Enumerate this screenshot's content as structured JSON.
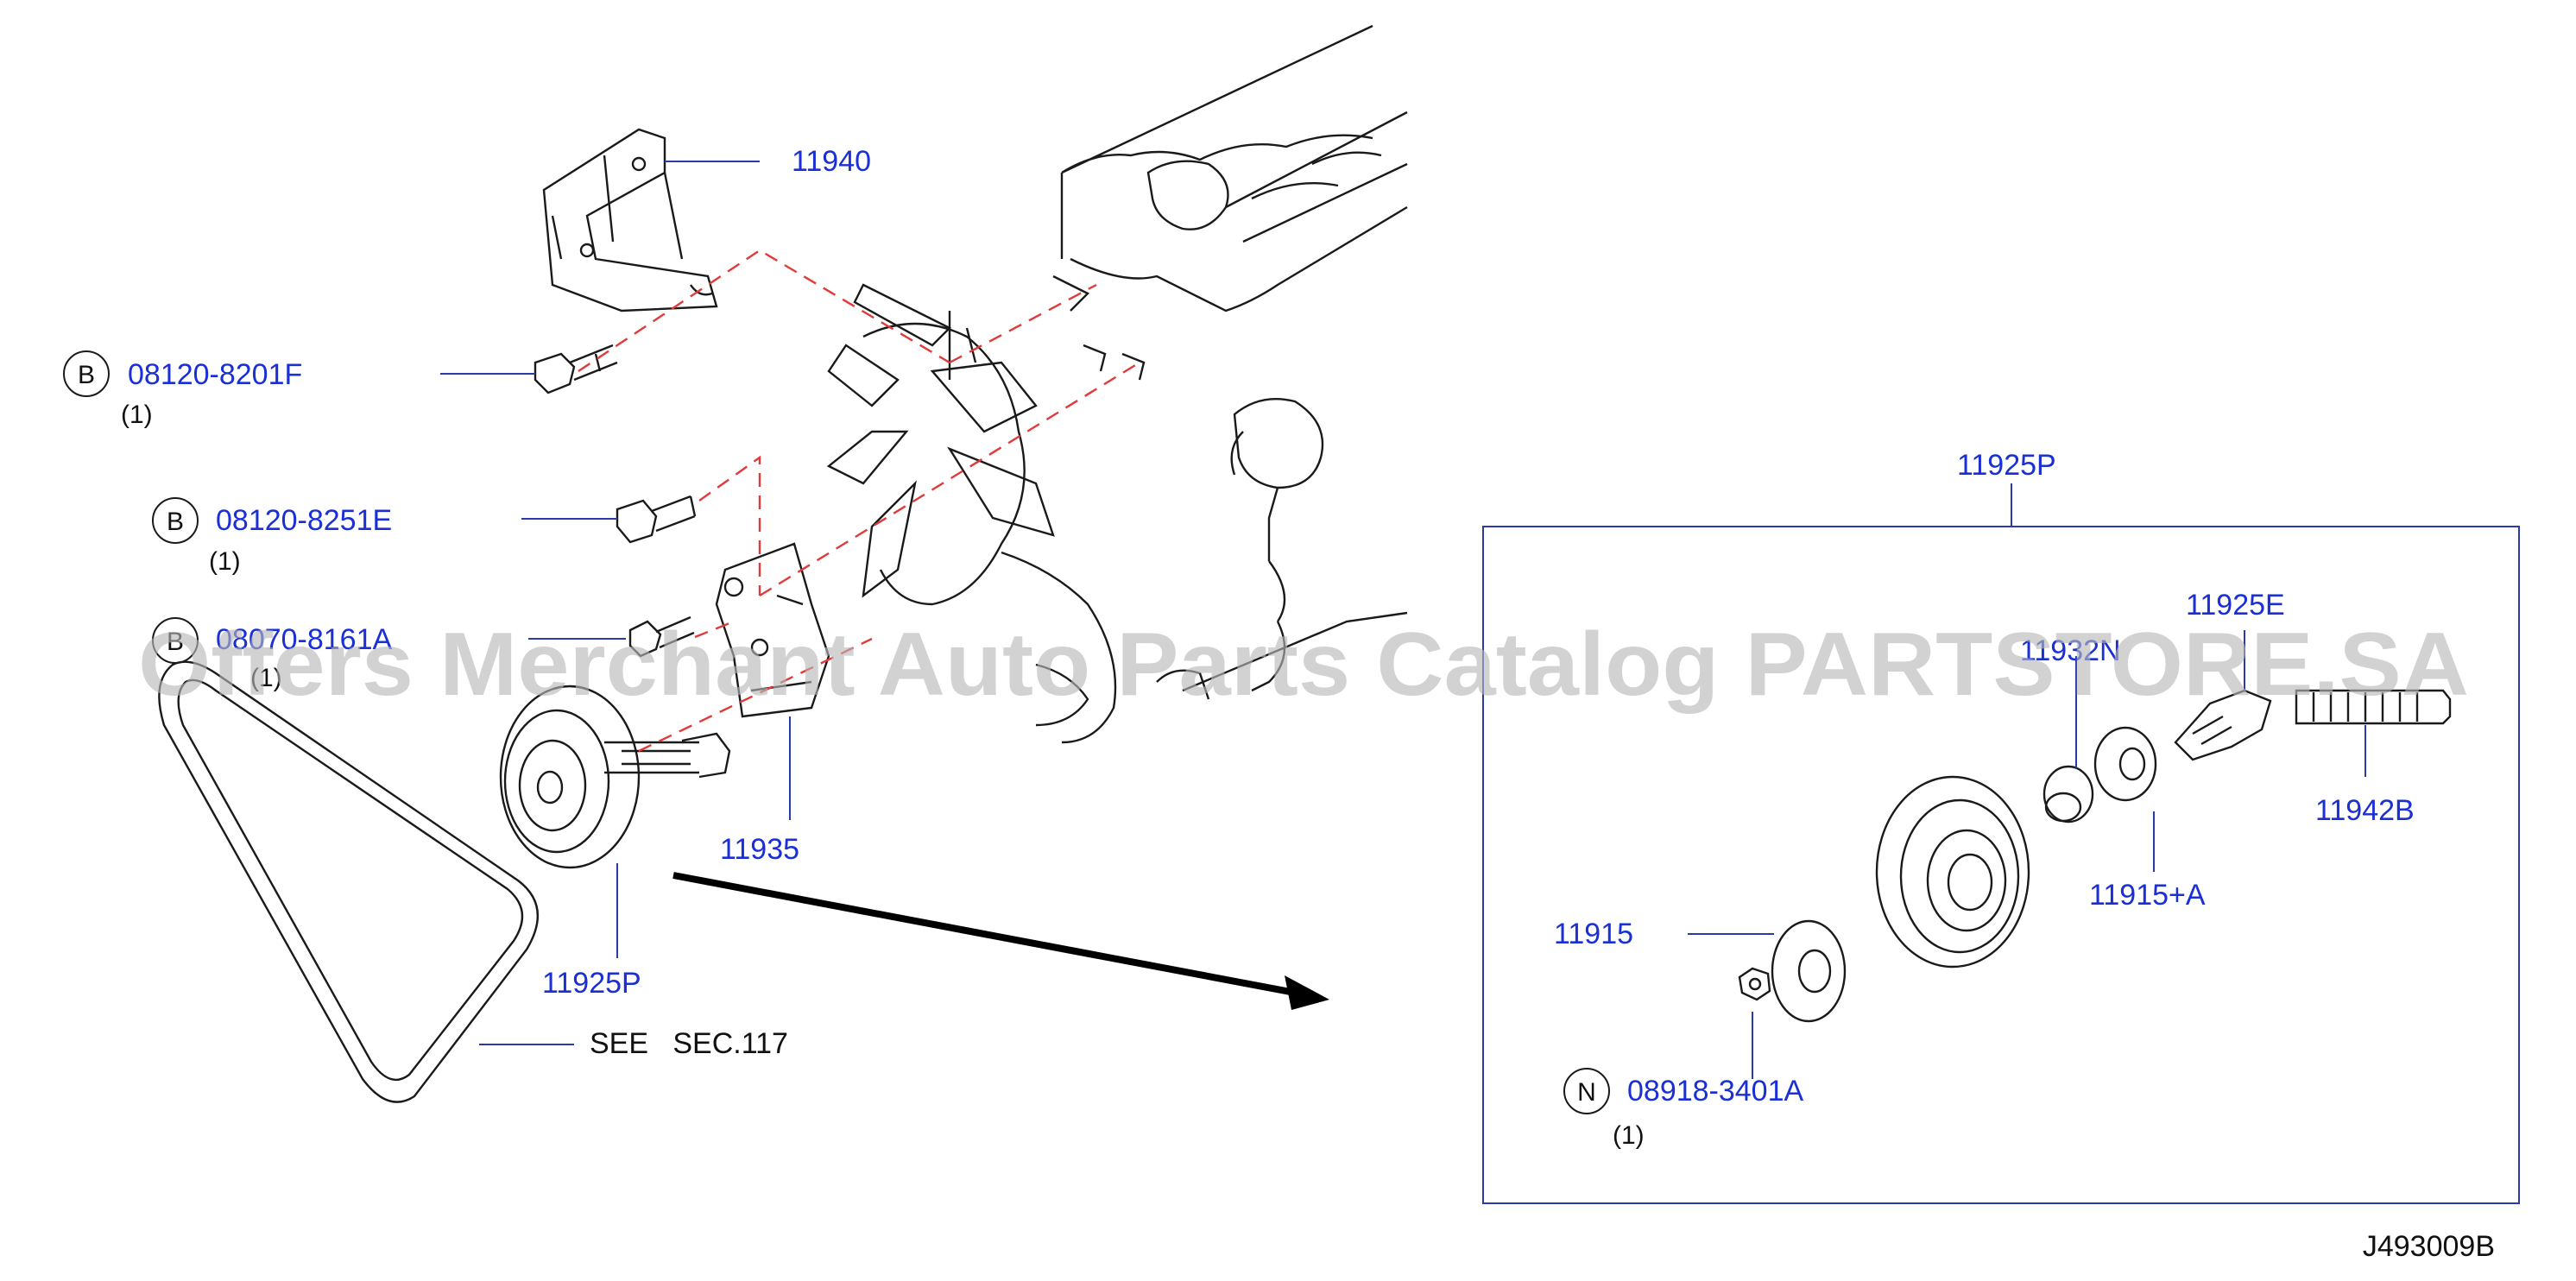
{
  "labels": {
    "p11940": "11940",
    "p08120_8201F": "08120-8201F",
    "q08120_8201F": "(1)",
    "p08120_8251E": "08120-8251E",
    "q08120_8251E": "(1)",
    "p08070_8161A": "08070-8161A",
    "q08070_8161A": "(1)",
    "p11935": "11935",
    "p11925P_main": "11925P",
    "see_sec": "SEE   SEC.117",
    "p11925P_box": "11925P",
    "p11925E": "11925E",
    "p11932N": "11932N",
    "p11942B": "11942B",
    "p11915A": "11915+A",
    "p11915": "11915",
    "p08918_3401A": "08918-3401A",
    "q08918_3401A": "(1)"
  },
  "markers": {
    "b1": "B",
    "b2": "B",
    "b3": "B",
    "n1": "N"
  },
  "diagram_ref": "J493009B",
  "watermark": "Offers Merchant Auto Parts Catalog PARTSTORE.SA",
  "colors": {
    "label_blue": "#1a2fd6",
    "dash_red": "#e03a3a",
    "line": "#1a1a1a",
    "watermark": "#b8b8b8"
  }
}
